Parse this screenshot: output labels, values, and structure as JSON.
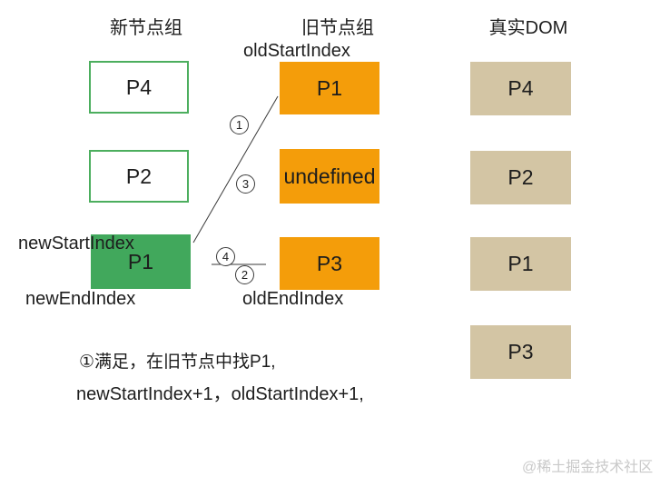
{
  "colors": {
    "orange": "#f49d0a",
    "green_fill": "#41a85c",
    "green_border": "#4cae5e",
    "tan": "#d3c5a4",
    "text": "#1d1d1d",
    "watermark_gray": "#c9c9c9"
  },
  "headers": {
    "new_group": "新节点组",
    "old_group": "旧节点组",
    "real_dom": "真实DOM"
  },
  "pointers": {
    "old_start": "oldStartIndex",
    "new_start": "newStartIndex",
    "new_end": "newEndIndex",
    "old_end": "oldEndIndex"
  },
  "new_group_nodes": [
    "P4",
    "P2",
    "P1"
  ],
  "old_group_nodes": [
    "P1",
    "undefined",
    "P3"
  ],
  "real_dom_nodes": [
    "P4",
    "P2",
    "P1",
    "P3"
  ],
  "markers": [
    "1",
    "3",
    "4",
    "2"
  ],
  "notes": [
    "①满足，在旧节点中找P1,",
    "newStartIndex+1，oldStartIndex+1,"
  ],
  "watermark": "@稀土掘金技术社区"
}
